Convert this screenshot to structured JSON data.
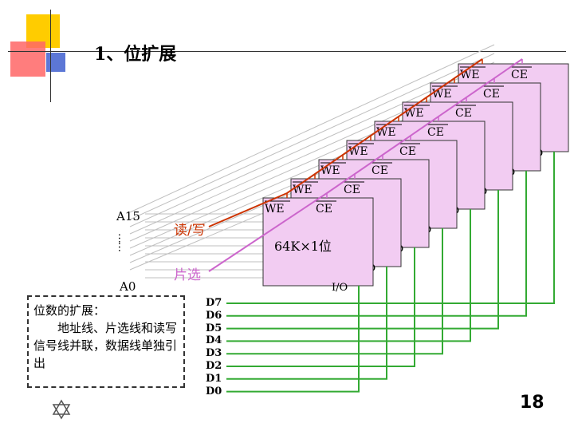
{
  "slide": {
    "title": "1、位扩展",
    "page_number": "18"
  },
  "chip": {
    "pins_top": [
      "WE",
      "CE"
    ],
    "capacity_label": "64K×1位",
    "io_label": "I/O",
    "stacked_count": 8
  },
  "signals": {
    "address_high": "A15",
    "address_low": "A0",
    "ellipsis": "……",
    "read_write": "读/写",
    "chip_select": "片选"
  },
  "data_bus": [
    "D7",
    "D6",
    "D5",
    "D4",
    "D3",
    "D2",
    "D1",
    "D0"
  ],
  "note": {
    "heading": "位数的扩展：",
    "body": "地址线、片选线和读写信号线并联，数据线单独引出"
  },
  "colors": {
    "chip_fill": "#f2ccf2",
    "chip_border": "#333333",
    "address_lines": "#bfbfbf",
    "rw_line": "#cc3300",
    "cs_line": "#cc66cc",
    "data_lines": "#33aa33",
    "deco_yellow": "#ffcc00",
    "deco_red": "#ff3333",
    "deco_blue": "#3355cc"
  }
}
